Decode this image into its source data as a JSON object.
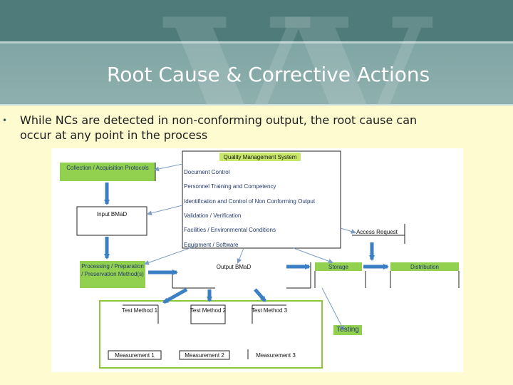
{
  "slide": {
    "title": "Root Cause & Corrective Actions",
    "bullet": "While NCs are detected in non-conforming output, the root cause can occur at any point in the process"
  },
  "diagram": {
    "qms_title": "Quality Management System",
    "qms_items": [
      "Document Control",
      "Personnel Training and Competency",
      "Identification and Control of Non Conforming Output",
      "Validation / Verification",
      "Facilities / Environmental Conditions",
      "Equipment / Software"
    ],
    "collection": "Collection / Acquisition Protocols",
    "input": "Input BMaD",
    "processing": "Processing / Preparation / Preservation Method(s)",
    "output": "Output BMaD",
    "storage": "Storage",
    "distribution": "Distribution",
    "access_request": "Access Request",
    "testing": "Testing",
    "tests": [
      "Test Method 1",
      "Test Method 2",
      "Test Method 3"
    ],
    "measurements": [
      "Measurement 1",
      "Measurement 2",
      "Measurement 3"
    ]
  },
  "colors": {
    "green": "#92d050",
    "arrow_blue": "#3b7fc4",
    "banner": "#4f7c7a",
    "background": "#fdfbcf"
  }
}
